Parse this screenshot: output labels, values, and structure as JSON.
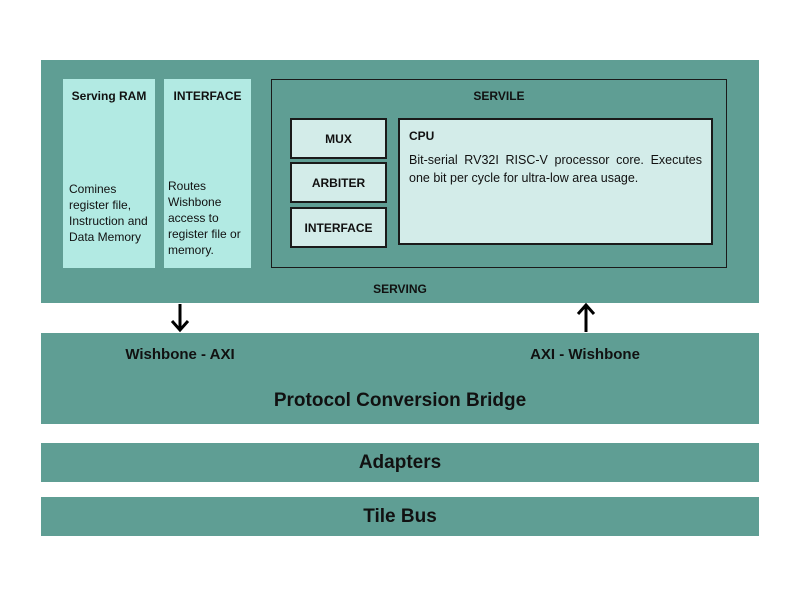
{
  "serving": {
    "label": "SERVING",
    "serving_ram": {
      "title": "Serving RAM",
      "description": "Comines register file, Instruction and Data Memory"
    },
    "interface": {
      "title": "INTERFACE",
      "description": "Routes Wishbone access to register file or memory."
    },
    "servile": {
      "title": "SERVILE",
      "blocks": [
        "MUX",
        "ARBITER",
        "INTERFACE"
      ],
      "cpu": {
        "title": "CPU",
        "description": "Bit-serial RV32I RISC-V processor core. Executes one bit per cycle for ultra-low area usage."
      }
    }
  },
  "bridge": {
    "title": "Protocol Conversion Bridge",
    "left_label": "Wishbone - AXI",
    "right_label": "AXI - Wishbone"
  },
  "adapters": {
    "label": "Adapters"
  },
  "tile_bus": {
    "label": "Tile Bus"
  },
  "colors": {
    "block_teal": "#5f9e94",
    "panel_aqua": "#b2eae3",
    "box_light": "#d3ece9"
  }
}
